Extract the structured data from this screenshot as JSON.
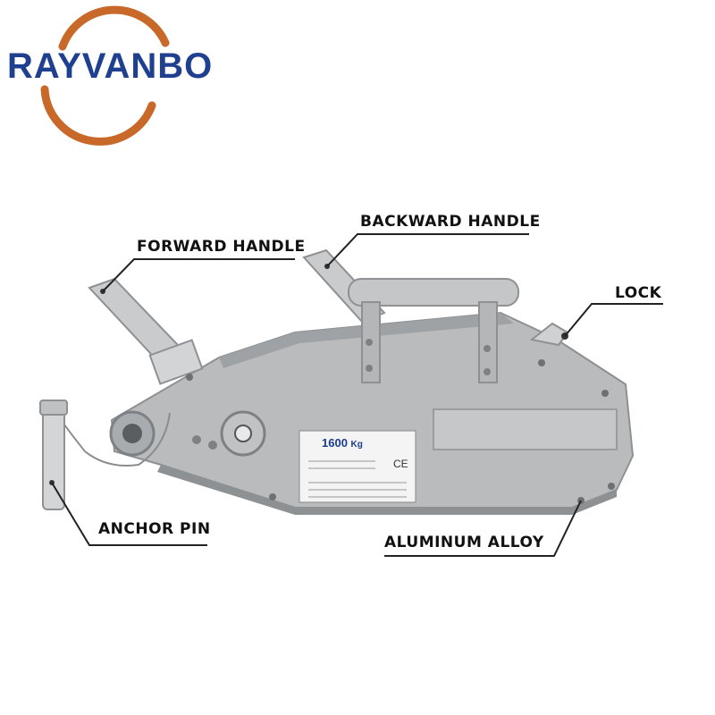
{
  "brand": {
    "name": "RAYVANBO",
    "color": "#1f3f8f",
    "arc_color": "#c8692a"
  },
  "labels": {
    "forward_handle": "FORWARD HANDLE",
    "backward_handle": "BACKWARD HANDLE",
    "lock": "LOCK",
    "anchor_pin": "ANCHOR PIN",
    "aluminum_alloy": "ALUMINUM ALLOY"
  },
  "plate": {
    "capacity": "1600",
    "unit": "Kg",
    "mark": "CE"
  },
  "colors": {
    "body": "#b9bbbd",
    "body_shadow": "#8e9194",
    "label_text": "#111111",
    "leader_line": "#222222"
  }
}
